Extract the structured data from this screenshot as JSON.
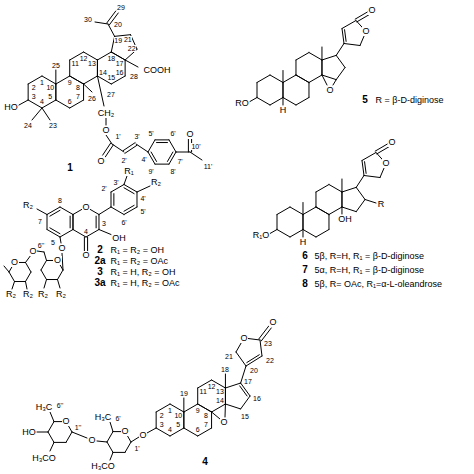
{
  "diagram": {
    "labels": [
      "29",
      "30",
      "20",
      "21",
      "19",
      "22",
      "12",
      "13",
      "18",
      "17",
      "28",
      "COOH",
      "25",
      "11",
      "26",
      "1",
      "9",
      "14",
      "16",
      "2",
      "10",
      "8",
      "15",
      "3",
      "5",
      "27",
      "7",
      "4",
      "6",
      "HO",
      "23",
      "24",
      "CH₂",
      "O",
      "1'",
      "3'",
      "5'",
      "6'",
      "O",
      "10'",
      "2'",
      "4'",
      "O",
      "7'",
      "11'",
      "8'",
      "9'",
      "1",
      "R₁",
      "R₂",
      "8",
      "2'",
      "3'",
      "R₂",
      "4'",
      "O",
      "7",
      "5'",
      "6'",
      "3",
      "5",
      "4",
      "OH",
      "O",
      "6''",
      "O",
      "O",
      "O",
      "O",
      "2",
      "R₁ = R₂ = OH",
      "2a",
      "R₁ = R₂ = OAc",
      "3",
      "R₁ = H, R₂ = OH",
      "3a",
      "R₁ = H, R₂ = OAc",
      "R₂",
      "R₂",
      "R₂",
      "R₂",
      "O",
      "O",
      "O",
      "RO",
      "5",
      "R = β-D-diginose",
      "H",
      "O",
      "O",
      "R",
      "OH",
      "R₁O",
      "H",
      "6",
      "5β, R=H, R₁ = β-D-diginose",
      "7",
      "5α, R=H, R₁ = β-D-diginose",
      "8",
      "5β, R= OAc, R₁=α-L-oleandrose",
      "O",
      "O",
      "23",
      "21",
      "22",
      "18",
      "20",
      "12",
      "17",
      "13",
      "16",
      "11",
      "19",
      "1",
      "9",
      "14",
      "15",
      "H₃C",
      "6''",
      "2",
      "10",
      "8",
      "H₃C",
      "6'",
      "O",
      "1''",
      "O",
      "HO",
      "O",
      "O",
      "1'",
      "3",
      "5",
      "7",
      "O",
      "4",
      "6",
      "H₃CO",
      "4",
      "H₃CO"
    ]
  }
}
